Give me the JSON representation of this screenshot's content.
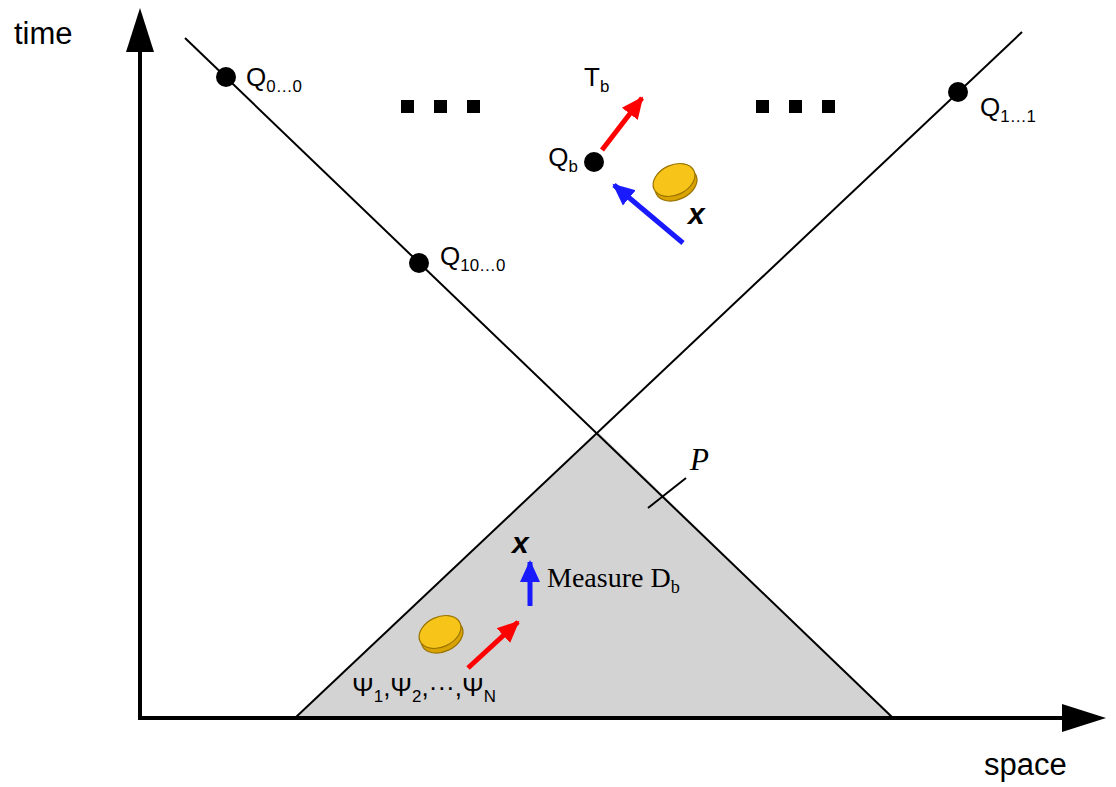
{
  "diagram": {
    "labels": [
      "time",
      "space",
      "Q0…0",
      "Q10…0",
      "Qb",
      "Q1…1",
      "Tb",
      "x",
      "x",
      "P",
      "Measure Db",
      "Ψ1,Ψ2,···,ΨN"
    ]
  }
}
